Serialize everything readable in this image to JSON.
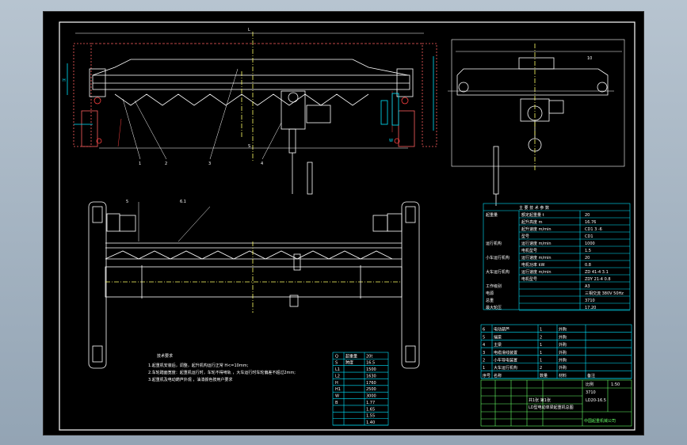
{
  "drawing": {
    "dimensions": {
      "top_span": "L",
      "side_span": "S",
      "height": "H",
      "wheel_base": "W",
      "side_small": "10"
    },
    "part_labels": [
      "1",
      "2",
      "3",
      "4",
      "5",
      "6.1"
    ],
    "notes": {
      "title": "技术要求",
      "lines": [
        "1.起重机安装后，调整，起升机构运行正常 H<=10mm;",
        "2.车轮踏面宽度：起重机运行时，车轮不得啃轨 ，大车运行时车轮偏差不超过2mm;",
        "3.起重机及电动葫芦外观 ，油漆颜色按用户要求"
      ]
    },
    "spec_table": {
      "header": "主 要 技 术 参 数",
      "rows": [
        [
          "起重量",
          "额定起重量 t",
          "20"
        ],
        [
          "",
          "起升高度 m",
          "16.76"
        ],
        [
          "",
          "起升速度 m/min",
          "CD1 3 -6"
        ],
        [
          "",
          "型号",
          "CD1"
        ],
        [
          "运行机构",
          "运行速度 m/min",
          "1000"
        ],
        [
          "",
          "电机型号",
          "1.5"
        ],
        [
          "小车运行机构",
          "运行速度 m/min",
          "20"
        ],
        [
          "",
          "电机功率 kW",
          "0.8"
        ],
        [
          "大车运行机构",
          "运行速度 m/min",
          "ZD 41-4 3.1"
        ],
        [
          "",
          "电机型号",
          "ZDY 21-4 0.8"
        ],
        [
          "工作级别",
          "",
          "A3"
        ],
        [
          "电源",
          "",
          "三相交流 380V 50Hz"
        ],
        [
          "总重",
          "",
          "3710"
        ],
        [
          "最大轮压",
          "",
          "17.20"
        ]
      ]
    },
    "parts_list": {
      "rows": [
        [
          "6",
          "电动葫芦",
          "1",
          "外购",
          ""
        ],
        [
          "5",
          "端梁",
          "2",
          "外购",
          ""
        ],
        [
          "4",
          "主梁",
          "1",
          "外购",
          ""
        ],
        [
          "3",
          "电缆滑线装置",
          "1",
          "外购",
          ""
        ],
        [
          "2",
          "小车导电装置",
          "1",
          "外购",
          ""
        ],
        [
          "1",
          "大车运行机构",
          "2",
          "外购",
          ""
        ],
        [
          "序号",
          "名称",
          "数量",
          "材料",
          "备注"
        ]
      ]
    },
    "param_table": {
      "rows": [
        [
          "Q",
          "起重量",
          "20t"
        ],
        [
          "S",
          "跨度",
          "16.5"
        ],
        [
          "L1",
          "",
          "1500"
        ],
        [
          "L2",
          "",
          "1630"
        ],
        [
          "H",
          "",
          "1760"
        ],
        [
          "H1",
          "",
          "2500"
        ],
        [
          "W",
          "",
          "3000"
        ],
        [
          "B",
          "",
          "1.77"
        ],
        [
          "",
          "",
          "1.65"
        ],
        [
          "",
          "",
          "1.55"
        ],
        [
          "",
          "",
          "1.40"
        ]
      ]
    },
    "title_block": {
      "drawing_name": "LD型电动单梁起重机总图",
      "scale_label": "比例",
      "scale": "1:50",
      "sheet": "共1张 第1张",
      "company": "中国起重机械公司",
      "weight": "3710",
      "drawing_no": "LD20-16.5"
    }
  }
}
